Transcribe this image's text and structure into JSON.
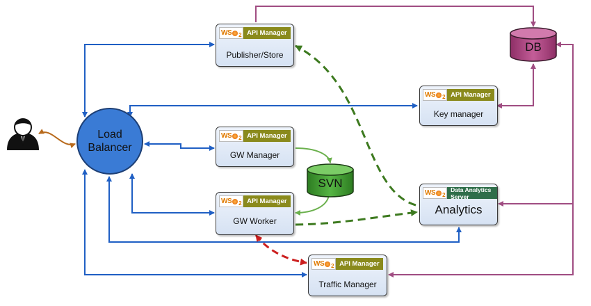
{
  "nodes": {
    "publisher": {
      "badge": "API Manager",
      "label": "Publisher/Store"
    },
    "key_manager": {
      "badge": "API Manager",
      "label": "Key manager"
    },
    "gw_manager": {
      "badge": "API Manager",
      "label": "GW Manager"
    },
    "gw_worker": {
      "badge": "API Manager",
      "label": "GW Worker"
    },
    "traffic_manager": {
      "badge": "API Manager",
      "label": "Traffic Manager"
    },
    "analytics": {
      "badge": "Data Analytics Server",
      "label": "Analytics"
    },
    "load_balancer": {
      "label_line1": "Load",
      "label_line2": "Balancer"
    },
    "db": {
      "label": "DB"
    },
    "svn": {
      "label": "SVN"
    }
  },
  "logo_text": {
    "a": "WS",
    "b": "2"
  },
  "colors": {
    "blue": "#1f5fc4",
    "purple": "#a04d82",
    "green_solid": "#6ab04c",
    "green_dashed": "#3d7a1f",
    "red_dashed": "#cc1f1f",
    "orange": "#b86a1c",
    "db_fill": "#b04a86",
    "svn_fill": "#3f9a2f"
  }
}
